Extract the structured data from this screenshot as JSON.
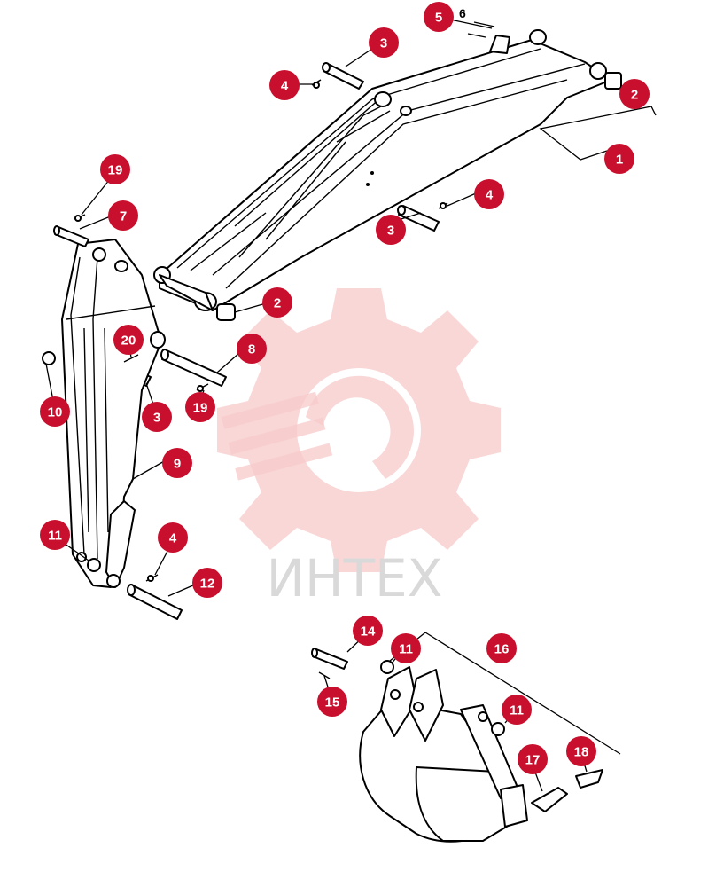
{
  "watermark": {
    "text": "ИНТЕХ",
    "color": "#f7c9c9"
  },
  "callout_color": "#c8102e",
  "callouts": [
    {
      "id": "c-1",
      "label": "1"
    },
    {
      "id": "c-2a",
      "label": "2"
    },
    {
      "id": "c-2b",
      "label": "2"
    },
    {
      "id": "c-3a",
      "label": "3"
    },
    {
      "id": "c-3b",
      "label": "3"
    },
    {
      "id": "c-3c",
      "label": "3"
    },
    {
      "id": "c-4a",
      "label": "4"
    },
    {
      "id": "c-4b",
      "label": "4"
    },
    {
      "id": "c-4c",
      "label": "4"
    },
    {
      "id": "c-5",
      "label": "5"
    },
    {
      "id": "c-7",
      "label": "7"
    },
    {
      "id": "c-8",
      "label": "8"
    },
    {
      "id": "c-9",
      "label": "9"
    },
    {
      "id": "c-10",
      "label": "10"
    },
    {
      "id": "c-11a",
      "label": "11"
    },
    {
      "id": "c-11b",
      "label": "11"
    },
    {
      "id": "c-11c",
      "label": "11"
    },
    {
      "id": "c-12",
      "label": "12"
    },
    {
      "id": "c-14",
      "label": "14"
    },
    {
      "id": "c-15",
      "label": "15"
    },
    {
      "id": "c-16",
      "label": "16"
    },
    {
      "id": "c-17",
      "label": "17"
    },
    {
      "id": "c-18",
      "label": "18"
    },
    {
      "id": "c-19a",
      "label": "19"
    },
    {
      "id": "c-19b",
      "label": "19"
    },
    {
      "id": "c-20",
      "label": "20"
    }
  ],
  "inline_label": "6"
}
